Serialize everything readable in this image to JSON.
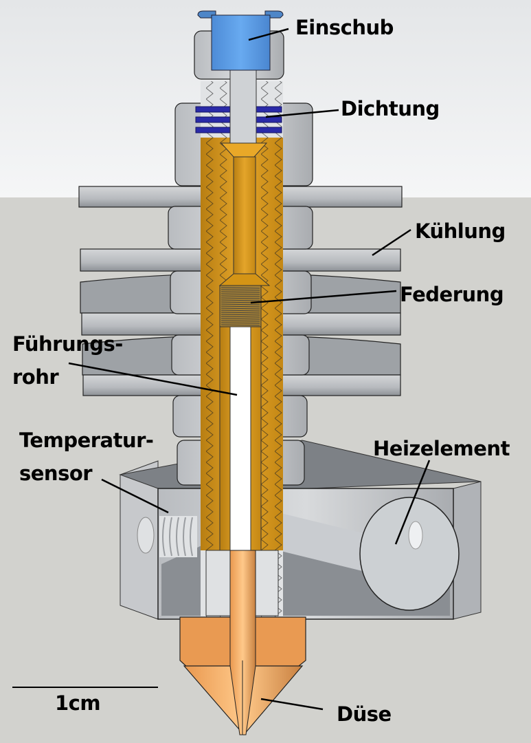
{
  "diagram": {
    "subject": "hotend-cross-section",
    "colors": {
      "sky_top": "#e6e8ea",
      "sky_bottom": "#f4f5f6",
      "ground": "#d2d2ce",
      "metal": "#c5c8cc",
      "metal_dark": "#8d9196",
      "metal_shadow": "#6f7378",
      "brass": "#d89a1a",
      "brass_light": "#e9b44a",
      "copper": "#f0a862",
      "copper_dark": "#c98040",
      "ptfe": "#ffffff",
      "insert_blue": "#5a9be0",
      "seal_blue": "#2424a0",
      "outline": "#1a1a1a"
    }
  },
  "labels": {
    "einschub": "Einschub",
    "dichtung": "Dichtung",
    "kuehlung": "Kühlung",
    "federung": "Federung",
    "fuehrungsrohr_line1": "Führungs-",
    "fuehrungsrohr_line2": "rohr",
    "temperatursensor_line1": "Temperatur-",
    "temperatursensor_line2": "sensor",
    "heizelement": "Heizelement",
    "duese": "Düse"
  },
  "scale_bar": {
    "label": "1cm"
  }
}
